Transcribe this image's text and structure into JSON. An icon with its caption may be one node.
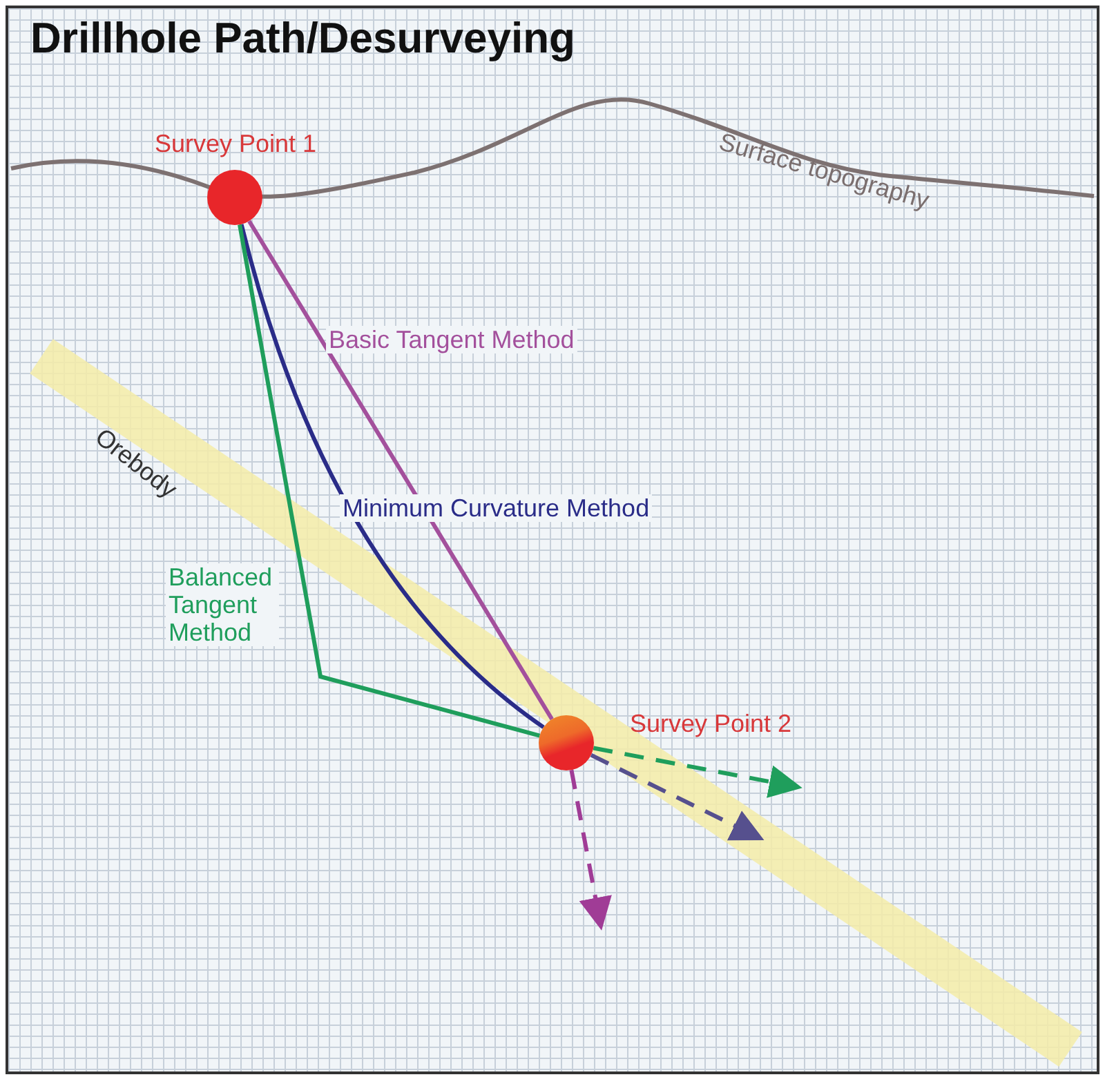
{
  "diagram": {
    "title": "Drillhole Path/Desurveying",
    "nodes": [
      {
        "text": [
          "Survey Point 1"
        ]
      },
      {
        "text": [
          "Survey Point 2"
        ]
      }
    ],
    "edges": [
      {
        "from": 0,
        "to": 1,
        "arrow": "none",
        "label": "Basic Tangent Method",
        "color": "#a3509c"
      },
      {
        "from": 0,
        "to": 1,
        "arrow": "none",
        "label": "Minimum Curvature Method",
        "color": "#2a2c88"
      },
      {
        "from": 0,
        "to": 1,
        "arrow": "none",
        "label": "Balanced Tangent Method",
        "color": "#1f9e5c"
      },
      {
        "from": 1,
        "to": null,
        "arrow": "to",
        "style": "dashed",
        "color": "#1f9e5c"
      },
      {
        "from": 1,
        "to": null,
        "arrow": "to",
        "style": "dashed",
        "color": "#56508e"
      },
      {
        "from": 1,
        "to": null,
        "arrow": "to",
        "style": "dashed",
        "color": "#a03c96"
      }
    ],
    "labels": [
      "Surface topography",
      "Orebody"
    ]
  }
}
